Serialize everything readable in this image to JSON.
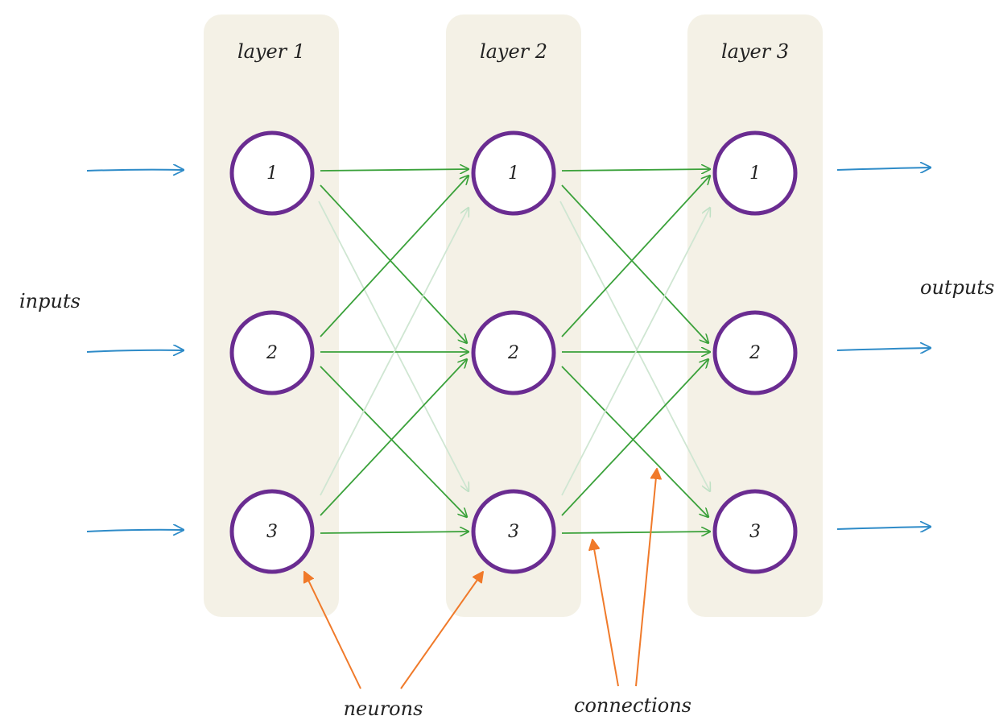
{
  "layers": [
    {
      "label": "layer 1",
      "neurons": [
        "1",
        "2",
        "3"
      ]
    },
    {
      "label": "layer 2",
      "neurons": [
        "1",
        "2",
        "3"
      ]
    },
    {
      "label": "layer 3",
      "neurons": [
        "1",
        "2",
        "3"
      ]
    }
  ],
  "inputs_label": "inputs",
  "outputs_label": "outputs",
  "annotations": {
    "neurons_label": "neurons",
    "connections_label": "connections"
  },
  "colors": {
    "layer_band": "#f4f1e6",
    "neuron_ring": "#6a2c91",
    "connection": "#3aa13a",
    "io_arrow": "#2e8bc8",
    "annotation_arrow": "#f07a2a"
  }
}
